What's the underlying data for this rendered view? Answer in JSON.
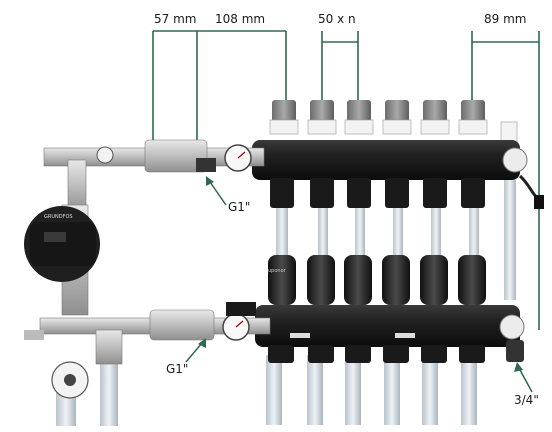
{
  "dimensions": {
    "pump_to_valve": "57 mm",
    "valve_to_first_outlet": "108 mm",
    "outlet_spacing": "50 x n",
    "last_outlet_to_end": "89 mm"
  },
  "connections": {
    "supply_inlet": "G1\"",
    "return_inlet": "G1\"",
    "drain_port": "3/4\""
  },
  "pump_brand": "GRUNDFOS",
  "actuator_brand": "uponor",
  "colors": {
    "dimension_line": "#2e6b4e",
    "manifold_body": "#1e1e1e",
    "pipe": "#d8e1e8"
  }
}
